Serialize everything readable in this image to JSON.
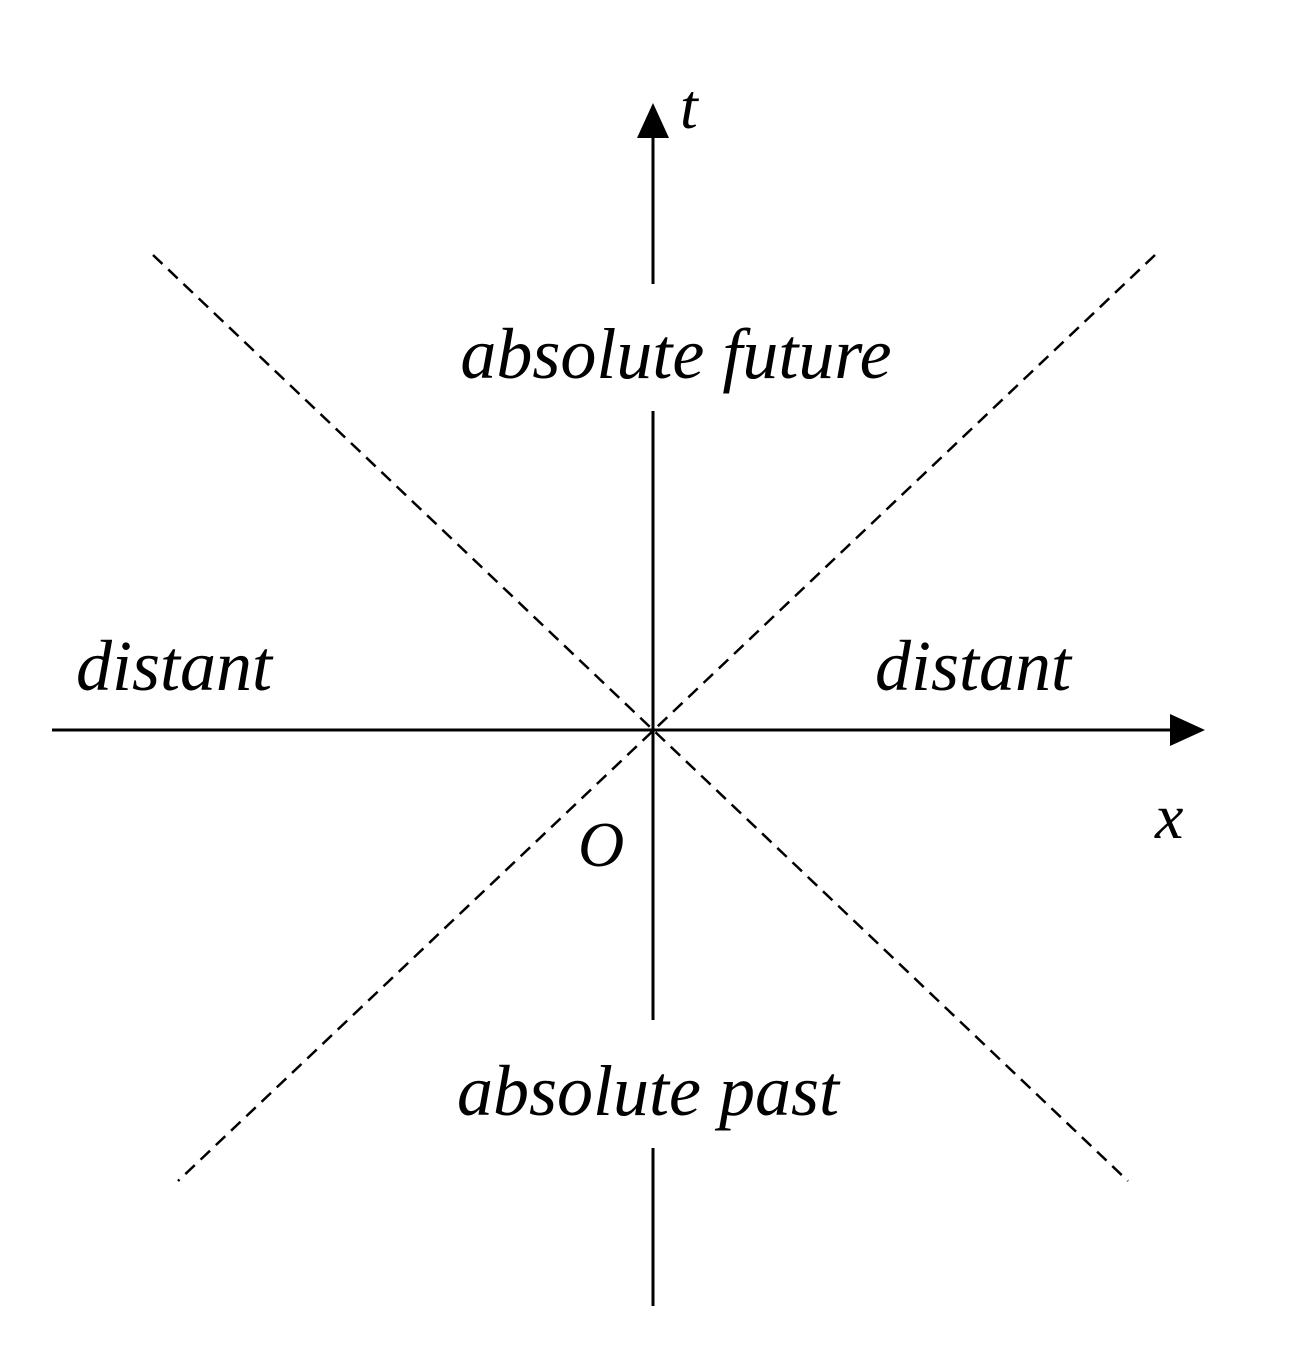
{
  "axes": {
    "t_label": "t",
    "x_label": "x",
    "origin_label": "O"
  },
  "regions": {
    "future": "absolute future",
    "past": "absolute past",
    "left": "distant",
    "right": "distant"
  },
  "colors": {
    "ink": "#000000",
    "background": "#ffffff"
  },
  "light_cone": {
    "line_style": "dashed"
  }
}
